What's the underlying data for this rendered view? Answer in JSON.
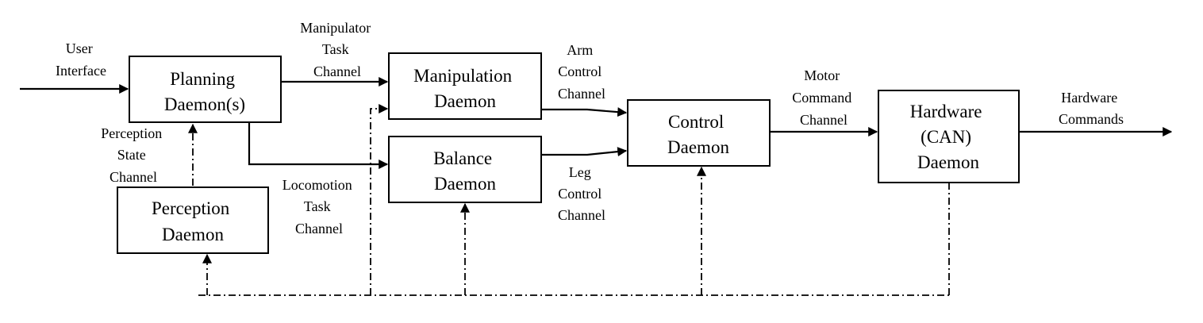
{
  "boxes": {
    "planning": [
      "Planning",
      "Daemon(s)"
    ],
    "manipulation": [
      "Manipulation",
      "Daemon"
    ],
    "balance": [
      "Balance",
      "Daemon"
    ],
    "perception": [
      "Perception",
      "Daemon"
    ],
    "control": [
      "Control",
      "Daemon"
    ],
    "hardware": [
      "Hardware",
      "(CAN)",
      "Daemon"
    ]
  },
  "labels": {
    "user_interface": [
      "User",
      "Interface"
    ],
    "manipulator_task": [
      "Manipulator",
      "Task",
      "Channel"
    ],
    "arm_control": [
      "Arm",
      "Control",
      "Channel"
    ],
    "perception_state": [
      "Perception",
      "State",
      "Channel"
    ],
    "locomotion_task": [
      "Locomotion",
      "Task",
      "Channel"
    ],
    "leg_control": [
      "Leg",
      "Control",
      "Channel"
    ],
    "motor_command": [
      "Motor",
      "Command",
      "Channel"
    ],
    "hardware_commands": [
      "Hardware",
      "Commands"
    ]
  }
}
